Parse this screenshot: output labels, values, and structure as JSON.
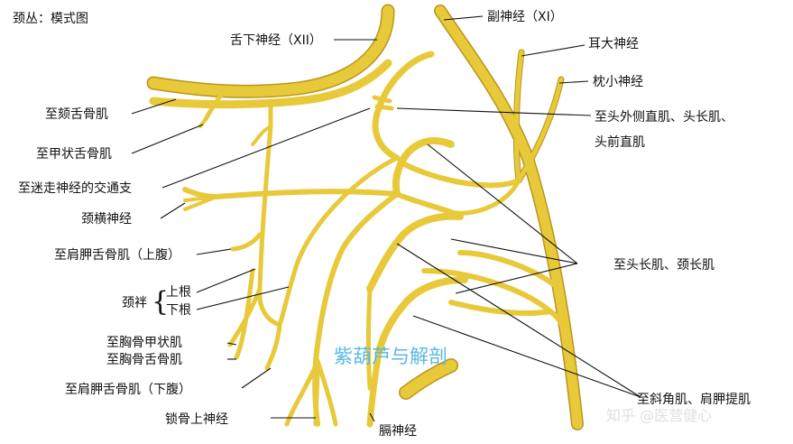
{
  "title": "颈丛：模式图",
  "labels": {
    "hypoglossal": "舌下神经（XII）",
    "accessory": "副神经（XI）",
    "great_auricular": "耳大神经",
    "lesser_occipital": "枕小神经",
    "rectus_capitis_1": "至头外侧直肌、头长肌、",
    "rectus_capitis_2": "头前直肌",
    "geniohyoid": "至颏舌骨肌",
    "thyrohyoid": "至甲状舌骨肌",
    "vagus_comm": "至迷走神经的交通支",
    "transverse_cervical": "颈横神经",
    "omohyoid_sup": "至肩胛舌骨肌（上腹）",
    "ansa": "颈袢",
    "superior_root": "上根",
    "inferior_root": "下根",
    "longus": "至头长肌、颈长肌",
    "sternothyroid": "至胸骨甲状肌",
    "sternohyoid": "至胸骨舌骨肌",
    "omohyoid_inf": "至肩胛舌骨肌（下腹）",
    "supraclavicular": "锁骨上神经",
    "phrenic": "膈神经",
    "scalene": "至斜角肌、肩胛提肌"
  },
  "watermark": "紫葫芦与解剖",
  "watermark2": "知乎 @医营健心",
  "colors": {
    "nerve": "#e8c93a",
    "nerve_edge": "#b8961c",
    "watermark": "#59b8e0"
  }
}
